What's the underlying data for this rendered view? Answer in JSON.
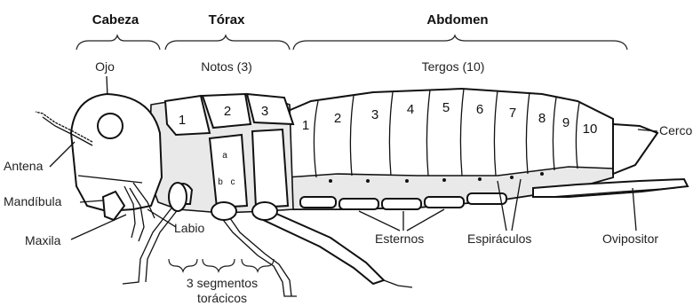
{
  "regions": {
    "head": "Cabeza",
    "thorax": "Tórax",
    "abdomen": "Abdomen"
  },
  "sublabels": {
    "eye": "Ojo",
    "notum": "Notos (3)",
    "tergites": "Tergos (10)"
  },
  "thorax_segments": [
    "1",
    "2",
    "3"
  ],
  "abdomen_segments": [
    "1",
    "2",
    "3",
    "4",
    "5",
    "6",
    "7",
    "8",
    "9",
    "10"
  ],
  "thorax_letters": [
    "a",
    "b",
    "c"
  ],
  "parts": {
    "antenna": "Antena",
    "mandible": "Mandíbula",
    "maxilla": "Maxila",
    "labium": "Labio",
    "sterna": "Esternos",
    "spiracles": "Espiráculos",
    "ovipositor": "Ovipositor",
    "cerci": "Cercos"
  },
  "thoracic_note": [
    "3 segmentos",
    "torácicos"
  ]
}
